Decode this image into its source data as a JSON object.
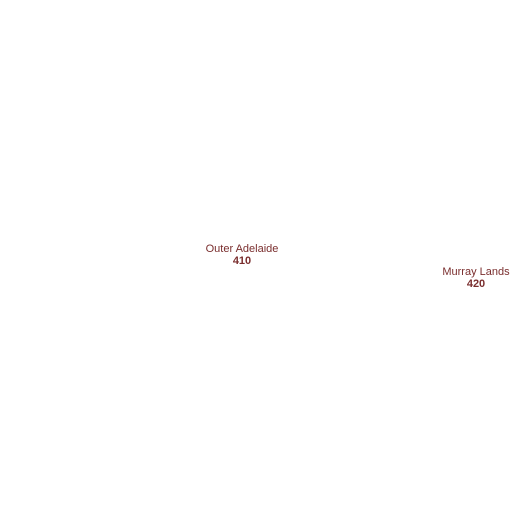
{
  "map": {
    "label_color": "#7a2e2e",
    "background_color": "#ffffff",
    "regions": [
      {
        "name": "Outer Adelaide",
        "code": "410"
      },
      {
        "name": "Murray Lands",
        "code": "420"
      }
    ]
  }
}
